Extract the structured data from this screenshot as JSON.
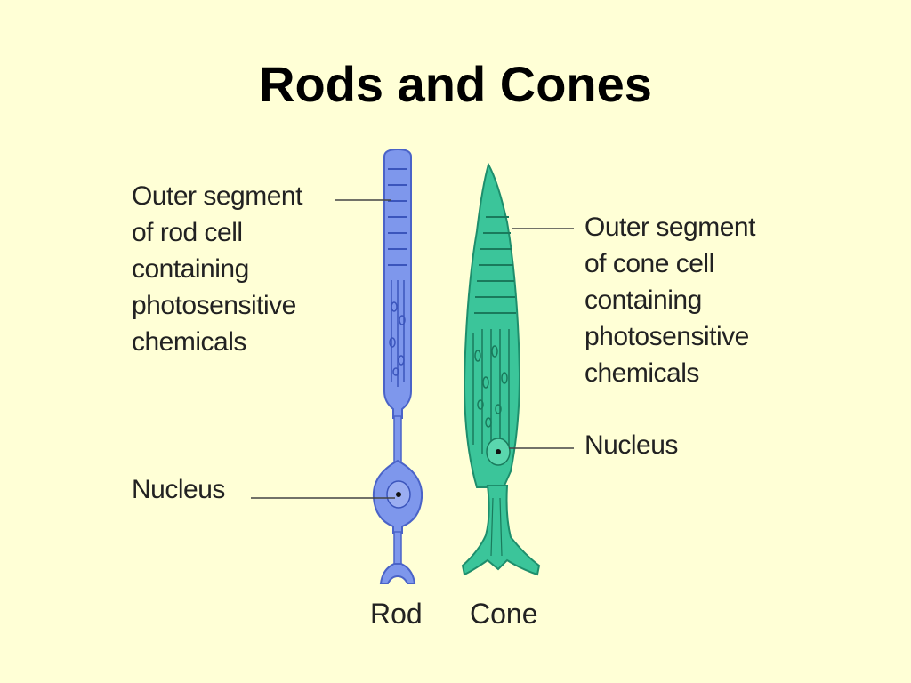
{
  "title": "Rods and Cones",
  "labels": {
    "rod_outer_segment": [
      "Outer segment",
      "of rod cell",
      "containing",
      "photosensitive",
      "chemicals"
    ],
    "cone_outer_segment": [
      "Outer segment",
      "of cone cell",
      "containing",
      "photosensitive",
      "chemicals"
    ],
    "rod_nucleus": "Nucleus",
    "cone_nucleus": "Nucleus"
  },
  "captions": {
    "rod": "Rod",
    "cone": "Cone"
  },
  "colors": {
    "background": "#FFFFD6",
    "rod_fill": "#7E97EC",
    "rod_stroke": "#4A63C8",
    "cone_fill": "#3BC59A",
    "cone_stroke": "#1E8E6C",
    "leader_line": "#444444"
  }
}
